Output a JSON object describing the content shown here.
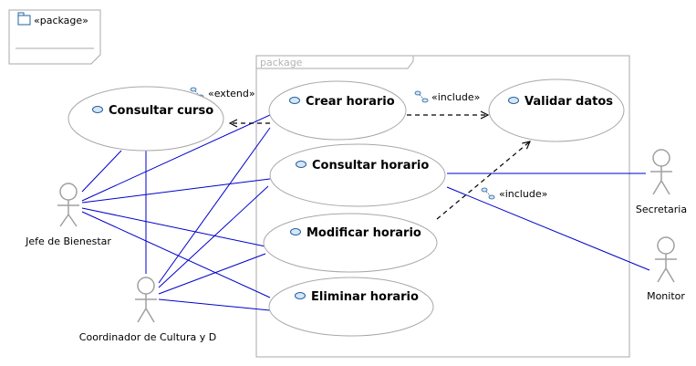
{
  "legend": {
    "label": "«package»"
  },
  "package": {
    "title": "package"
  },
  "use_cases": {
    "consultar_curso": "Consultar curso",
    "crear_horario": "Crear horario",
    "validar_datos": "Validar datos",
    "consultar_horario": "Consultar horario",
    "modificar_horario": "Modificar horario",
    "eliminar_horario": "Eliminar horario"
  },
  "actors": {
    "jefe": "Jefe de Bienestar",
    "coordinador": "Coordinador de Cultura y D",
    "secretaria": "Secretaria",
    "monitor": "Monitor"
  },
  "relations": {
    "extend": "«extend»",
    "include_validar": "«include»",
    "include_modificar": "«include»"
  },
  "colors": {
    "association": "#0000cc",
    "outline": "#a8a8a8",
    "use_case_icon": "#2060a0"
  }
}
